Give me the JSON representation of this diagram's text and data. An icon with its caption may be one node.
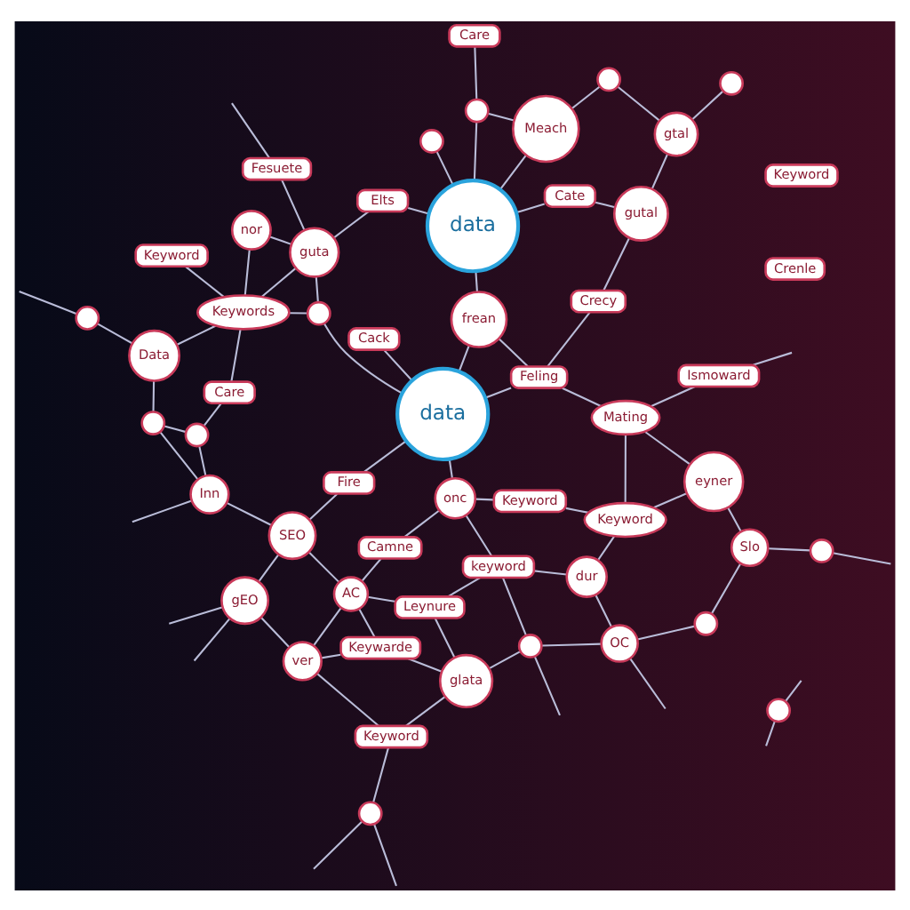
{
  "diagram": {
    "nodes": [
      {
        "text": [],
        "shape": "circle"
      },
      {
        "text": [
          "gEO"
        ]
      },
      {
        "text": [
          "Inn"
        ]
      },
      {
        "text": [],
        "shape": "circle"
      },
      {
        "text": [],
        "shape": "circle"
      },
      {
        "text": [],
        "shape": "circle"
      },
      {
        "text": [
          "Data"
        ]
      },
      {
        "text": [
          "Keyword"
        ]
      },
      {
        "text": [
          "ver"
        ]
      },
      {
        "text": [
          "SEO"
        ]
      },
      {
        "text": [
          "Keywarde"
        ]
      },
      {
        "text": [
          "AC"
        ]
      },
      {
        "text": [
          "Care"
        ]
      },
      {
        "text": [
          "Keyword"
        ]
      },
      {
        "text": [
          "glata"
        ]
      },
      {
        "text": [
          "Leynure"
        ]
      },
      {
        "text": [
          "Camne"
        ]
      },
      {
        "text": [
          "Fire"
        ]
      },
      {
        "text": [
          "Cack"
        ]
      },
      {
        "text": [
          "Keywords"
        ]
      },
      {
        "text": [
          "nor"
        ]
      },
      {
        "text": [],
        "shape": "circle"
      },
      {
        "text": [
          "keyword"
        ]
      },
      {
        "text": [
          "onc"
        ]
      },
      {
        "text": [
          "data"
        ]
      },
      {
        "text": [],
        "shape": "circle"
      },
      {
        "text": [
          "guta"
        ]
      },
      {
        "text": [
          "Fesuete"
        ]
      },
      {
        "text": [
          "OC"
        ]
      },
      {
        "text": [
          "dur"
        ]
      },
      {
        "text": [
          "Keyword"
        ]
      },
      {
        "text": [
          "Crenle"
        ]
      },
      {
        "text": [
          "Feling"
        ]
      },
      {
        "text": [
          "frean"
        ]
      },
      {
        "text": [
          "Elts"
        ]
      },
      {
        "text": [
          "Care"
        ]
      },
      {
        "text": [],
        "shape": "circle"
      },
      {
        "text": [
          "Keyword"
        ]
      },
      {
        "text": [],
        "shape": "circle"
      },
      {
        "text": [
          "data"
        ]
      },
      {
        "text": [],
        "shape": "circle"
      },
      {
        "text": [
          "Mating"
        ]
      },
      {
        "text": [
          "Crecy"
        ]
      },
      {
        "text": [
          "Cate"
        ]
      },
      {
        "text": [
          "Meach"
        ]
      },
      {
        "text": [
          "Keyword"
        ]
      },
      {
        "text": [
          "Slo"
        ]
      },
      {
        "text": [
          "eyner"
        ]
      },
      {
        "text": [
          "Ismoward"
        ]
      },
      {
        "text": [
          "gutal"
        ]
      },
      {
        "text": [],
        "shape": "circle"
      },
      {
        "text": [],
        "shape": "circle"
      },
      {
        "text": [],
        "shape": "circle"
      },
      {
        "text": [],
        "shape": "circle"
      },
      {
        "text": [
          "gtal"
        ]
      }
    ],
    "edges": [
      {
        "from": null,
        "to": 0,
        "arrow": "none"
      },
      {
        "from": null,
        "to": 0,
        "arrow": "none"
      },
      {
        "from": null,
        "to": 1,
        "arrow": "none"
      },
      {
        "from": null,
        "to": 1,
        "arrow": "none"
      },
      {
        "from": null,
        "to": 2,
        "arrow": "none"
      },
      {
        "from": null,
        "to": 4,
        "arrow": "none"
      },
      {
        "from": 0,
        "to": 7,
        "arrow": "none"
      },
      {
        "from": 7,
        "to": 8,
        "arrow": "none"
      },
      {
        "from": 7,
        "to": 14,
        "arrow": "none"
      },
      {
        "from": 8,
        "to": 1,
        "arrow": "none"
      },
      {
        "from": 8,
        "to": 10,
        "arrow": "none"
      },
      {
        "from": 8,
        "to": 11,
        "arrow": "none"
      },
      {
        "from": 10,
        "to": 11,
        "arrow": "none"
      },
      {
        "from": 10,
        "to": 14,
        "arrow": "none"
      },
      {
        "from": 1,
        "to": 9,
        "arrow": "none"
      },
      {
        "from": 11,
        "to": 9,
        "arrow": "none"
      },
      {
        "from": 11,
        "to": 15,
        "arrow": "none"
      },
      {
        "from": 11,
        "to": 16,
        "arrow": "none"
      },
      {
        "from": 14,
        "to": 15,
        "arrow": "none"
      },
      {
        "from": 14,
        "to": 21,
        "arrow": "none"
      },
      {
        "from": 2,
        "to": 3,
        "arrow": "none"
      },
      {
        "from": 2,
        "to": 5,
        "arrow": "none"
      },
      {
        "from": 2,
        "to": 9,
        "arrow": "none"
      },
      {
        "from": 3,
        "to": 5,
        "arrow": "none"
      },
      {
        "from": 3,
        "to": 6,
        "arrow": "none"
      },
      {
        "from": 4,
        "to": 6,
        "arrow": "none"
      },
      {
        "from": 5,
        "to": 12,
        "arrow": "none"
      },
      {
        "from": 6,
        "to": 19,
        "arrow": "none"
      },
      {
        "from": 12,
        "to": 19,
        "arrow": "none"
      },
      {
        "from": 13,
        "to": 19,
        "arrow": "none"
      },
      {
        "from": 19,
        "to": 20,
        "arrow": "none"
      },
      {
        "from": 9,
        "to": 17,
        "arrow": "none"
      },
      {
        "from": 17,
        "to": 24,
        "arrow": "none"
      },
      {
        "from": 18,
        "to": 24,
        "arrow": "none"
      },
      {
        "from": 19,
        "to": 25,
        "arrow": "none"
      },
      {
        "from": 19,
        "to": 26,
        "arrow": "none"
      },
      {
        "from": 20,
        "to": 26,
        "arrow": "none"
      },
      {
        "from": 24,
        "to": 25,
        "arrow": "none"
      },
      {
        "from": 25,
        "to": 26,
        "arrow": "none"
      },
      {
        "from": 24,
        "to": 33,
        "arrow": "none"
      },
      {
        "from": 24,
        "to": 32,
        "arrow": "none"
      },
      {
        "from": 24,
        "to": 23,
        "arrow": "none"
      },
      {
        "from": 26,
        "to": 34,
        "arrow": "none"
      },
      {
        "from": 26,
        "to": 27,
        "arrow": "none"
      },
      {
        "from": 27,
        "to": null,
        "arrow": "none"
      },
      {
        "from": 33,
        "to": 32,
        "arrow": "none"
      },
      {
        "from": 33,
        "to": 39,
        "arrow": "none"
      },
      {
        "from": 34,
        "to": 39,
        "arrow": "none"
      },
      {
        "from": 32,
        "to": 42,
        "arrow": "none"
      },
      {
        "from": 32,
        "to": 41,
        "arrow": "none"
      },
      {
        "from": 38,
        "to": 39,
        "arrow": "none"
      },
      {
        "from": 39,
        "to": 43,
        "arrow": "none"
      },
      {
        "from": 39,
        "to": 44,
        "arrow": "none"
      },
      {
        "from": 39,
        "to": 40,
        "arrow": "none"
      },
      {
        "from": 35,
        "to": 40,
        "arrow": "none"
      },
      {
        "from": 44,
        "to": 40,
        "arrow": "none"
      },
      {
        "from": 44,
        "to": 52,
        "arrow": "none"
      },
      {
        "from": 52,
        "to": 54,
        "arrow": "none"
      },
      {
        "from": 43,
        "to": 49,
        "arrow": "none"
      },
      {
        "from": 42,
        "to": 49,
        "arrow": "none"
      },
      {
        "from": 49,
        "to": 54,
        "arrow": "none"
      },
      {
        "from": 54,
        "to": 53,
        "arrow": "none"
      },
      {
        "from": 41,
        "to": 48,
        "arrow": "none"
      },
      {
        "from": 37,
        "to": 41,
        "arrow": "none"
      },
      {
        "from": 37,
        "to": 47,
        "arrow": "none"
      },
      {
        "from": 41,
        "to": 47,
        "arrow": "none"
      },
      {
        "from": 47,
        "to": 46,
        "arrow": "none"
      },
      {
        "from": 46,
        "to": 50,
        "arrow": "none"
      },
      {
        "from": 36,
        "to": 46,
        "arrow": "none"
      },
      {
        "from": 21,
        "to": 22,
        "arrow": "none"
      },
      {
        "from": 21,
        "to": 28,
        "arrow": "none"
      },
      {
        "from": 22,
        "to": 15,
        "arrow": "none"
      },
      {
        "from": 22,
        "to": 23,
        "arrow": "none"
      },
      {
        "from": 22,
        "to": 29,
        "arrow": "none"
      },
      {
        "from": 23,
        "to": 16,
        "arrow": "none"
      },
      {
        "from": 23,
        "to": 30,
        "arrow": "none"
      },
      {
        "from": 28,
        "to": 29,
        "arrow": "none"
      },
      {
        "from": 28,
        "to": 36,
        "arrow": "none"
      },
      {
        "from": 30,
        "to": 37,
        "arrow": "none"
      },
      {
        "from": 29,
        "to": 37,
        "arrow": "none"
      },
      {
        "from": null,
        "to": 21,
        "arrow": "none"
      },
      {
        "from": null,
        "to": 28,
        "arrow": "none"
      },
      {
        "from": 50,
        "to": null,
        "arrow": "none"
      },
      {
        "from": 51,
        "to": null,
        "arrow": "none"
      },
      {
        "from": 51,
        "to": null,
        "arrow": "none"
      },
      {
        "from": 48,
        "to": null,
        "arrow": "none"
      }
    ]
  }
}
